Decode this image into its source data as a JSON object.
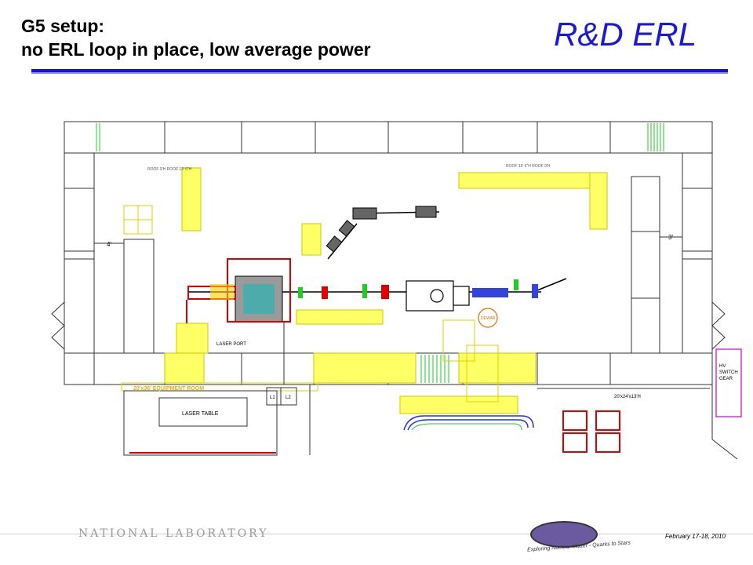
{
  "title": {
    "line1": "G5 setup:",
    "line2": "no ERL loop in place, low average power"
  },
  "brand": "R&D ERL",
  "labels": {
    "equipment_room": "20'x36' EQUIPMENT ROOM",
    "laser_table": "LASER TABLE",
    "laser_port": "LASER PORT",
    "l1": "L1",
    "l2": "L2",
    "dewar": "DEWAR",
    "hv_switch_gear": [
      "HV",
      "SWITCH",
      "GEAR"
    ],
    "bay_dims": "20'x24'x13'H",
    "dim_left": "4'",
    "dim_right": "3'",
    "roof_left": "ROOF 9'H  ROOF 13' 6\"H",
    "roof_right": "ROOF 13' 6\"H   ROOF 9'H"
  },
  "footer": {
    "lab": "NATIONAL LABORATORY",
    "date": "February 17-18, 2010",
    "slogan": "Exploring Nuclear Matter - Quarks to Stars"
  }
}
